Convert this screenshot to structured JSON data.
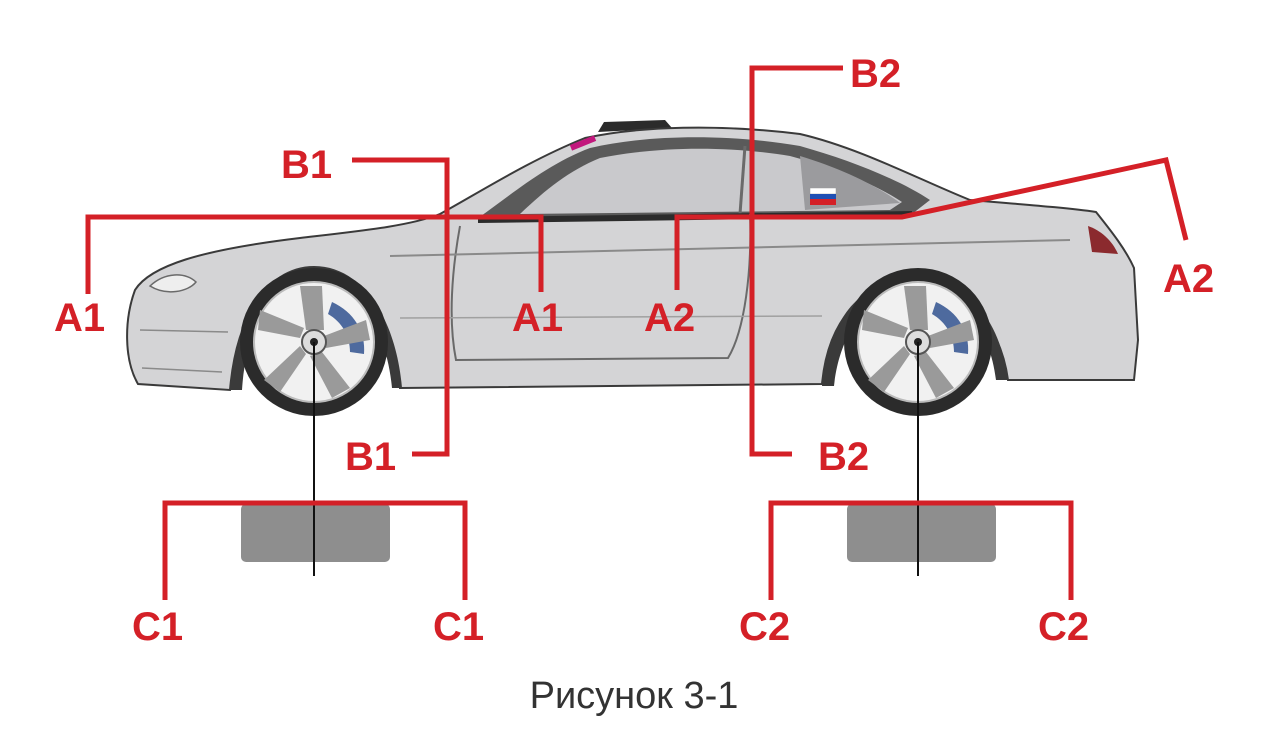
{
  "colors": {
    "marker": "#d42027",
    "body": "#d4d4d6",
    "outline": "#3a3a3a",
    "tire": "#2b2b2b",
    "rim": "#f1f1f1",
    "caliper": "#4e6a9e",
    "plate": "#8e8e8e",
    "caption": "#333333"
  },
  "icons": [
    "russian-flag-icon",
    "windshield-sticker"
  ],
  "labels": {
    "a1_front": "A1",
    "a1_door": "A1",
    "a2_door": "A2",
    "a2_rear": "A2",
    "b1_top": "B1",
    "b1_bottom": "B1",
    "b2_top": "B2",
    "b2_bottom": "B2",
    "c1_left": "C1",
    "c1_right": "C1",
    "c2_left": "C2",
    "c2_right": "C2"
  },
  "caption": "Рисунок 3-1"
}
